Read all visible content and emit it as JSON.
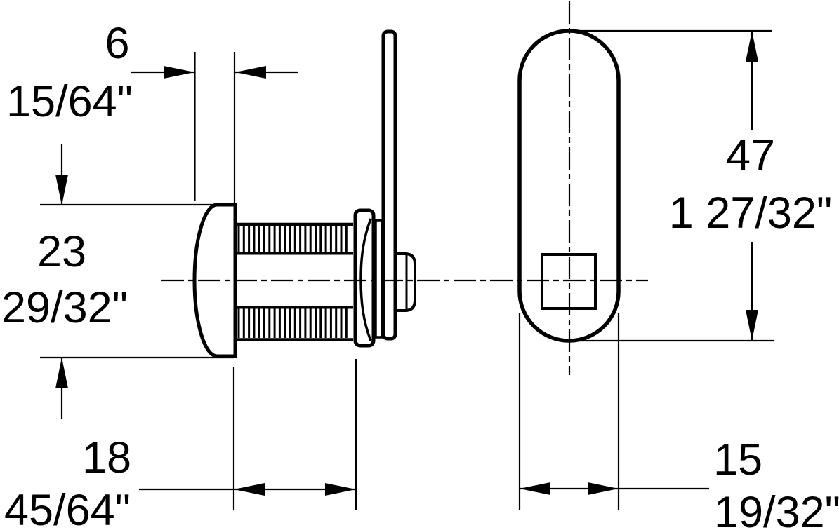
{
  "drawing": {
    "background": "#ffffff",
    "line_color": "#000000",
    "dimensions": {
      "head_protrusion": {
        "metric": "6",
        "imperial": "15/64\""
      },
      "head_diameter": {
        "metric": "23",
        "imperial": "29/32\""
      },
      "body_length": {
        "metric": "18",
        "imperial": "45/64\""
      },
      "cam_height": {
        "metric": "47",
        "imperial": "1 27/32\""
      },
      "cam_width": {
        "metric": "15",
        "imperial": "19/32\""
      }
    }
  }
}
